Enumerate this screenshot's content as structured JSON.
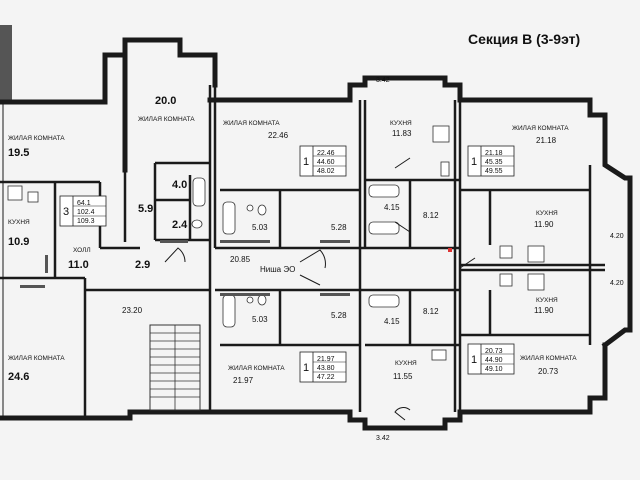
{
  "title": "Секция В (3-9эт)",
  "rooms": {
    "living_left_top": {
      "label": "ЖИЛАЯ КОМНАТА",
      "area": "19.5"
    },
    "bay_left": {
      "label": "ЖИЛАЯ КОМНАТА",
      "area": "20.0"
    },
    "kitchen_left": {
      "label": "КУХНЯ",
      "area": "10.9"
    },
    "hall_left": {
      "label": "ХОЛЛ",
      "area": "11.0"
    },
    "living_left_bottom": {
      "label": "ЖИЛАЯ КОМНАТА",
      "area": "24.6"
    },
    "living_mid_top": {
      "label": "ЖИЛАЯ КОМНАТА",
      "area": "22.46"
    },
    "kitchen_mid_top": {
      "label": "КУХНЯ",
      "area": "11.83"
    },
    "living_right_top": {
      "label": "ЖИЛАЯ КОМНАТА",
      "area": "21.18"
    },
    "kitchen_right_top": {
      "label": "КУХНЯ",
      "area": "11.90"
    },
    "kitchen_right_bottom": {
      "label": "КУХНЯ",
      "area": "11.90"
    },
    "living_mid_bottom": {
      "label": "ЖИЛАЯ КОМНАТА",
      "area": "21.97"
    },
    "kitchen_mid_bottom": {
      "label": "КУХНЯ",
      "area": "11.55"
    },
    "living_right_bottom": {
      "label": "ЖИЛАЯ КОМНАТА",
      "area": "20.73"
    }
  },
  "areas": {
    "a_4_0": "4.0",
    "a_5_9": "5.9",
    "a_2_4": "2.4",
    "a_2_9": "2.9",
    "a_23_20": "23.20",
    "a_20_85": "20.85",
    "a_5_03_top": "5.03",
    "a_5_28_top": "5.28",
    "a_4_15_top": "4.15",
    "a_8_12_top": "8.12",
    "a_5_03_bottom": "5.03",
    "a_5_28_bottom": "5.28",
    "a_4_15_bottom": "4.15",
    "a_8_12_bottom": "8.12",
    "a_3_42_top": "3.42",
    "a_3_42_bottom": "3.42",
    "a_4_20_top": "4.20",
    "a_4_20_bottom": "4.20"
  },
  "niche_label": "Ниша ЭО",
  "units": [
    {
      "count": "3",
      "values": [
        "64.1",
        "102.4",
        "109.3"
      ]
    },
    {
      "count": "1",
      "values": [
        "22.46",
        "44.60",
        "48.02"
      ]
    },
    {
      "count": "1",
      "values": [
        "21.18",
        "45.35",
        "49.55"
      ]
    },
    {
      "count": "1",
      "values": [
        "21.97",
        "43.80",
        "47.22"
      ]
    },
    {
      "count": "1",
      "values": [
        "20.73",
        "44.90",
        "49.10"
      ]
    }
  ]
}
